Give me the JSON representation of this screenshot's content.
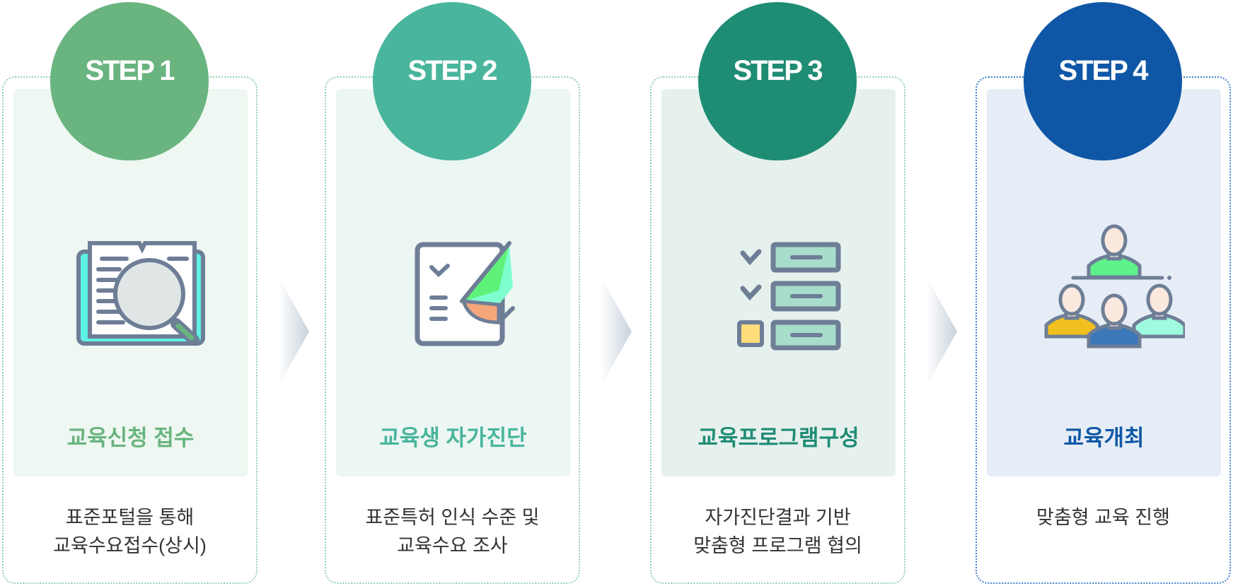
{
  "steps": [
    {
      "label": "STEP 1",
      "title": "교육신청 접수",
      "desc": [
        "표준포털을 통해",
        "교육수요접수(상시)"
      ],
      "icon": "book-search-icon",
      "color": "#69b47f",
      "panel": "#eef7f1"
    },
    {
      "label": "STEP 2",
      "title": "교육생 자가진단",
      "desc": [
        "표준특허 인식 수준 및",
        "교육수요 조사"
      ],
      "icon": "checklist-pencil-icon",
      "color": "#48b59c",
      "panel": "#ecf6f3"
    },
    {
      "label": "STEP 3",
      "title": "교육프로그램구성",
      "desc": [
        "자가진단결과 기반",
        "맞춤형 프로그램 협의"
      ],
      "icon": "checklist-icon",
      "color": "#1f8c74",
      "panel": "#e6f1ee"
    },
    {
      "label": "STEP 4",
      "title": "교육개최",
      "desc": [
        "맞춤형 교육 진행"
      ],
      "icon": "group-people-icon",
      "color": "#0f57a6",
      "panel": "#e6edf6"
    }
  ]
}
